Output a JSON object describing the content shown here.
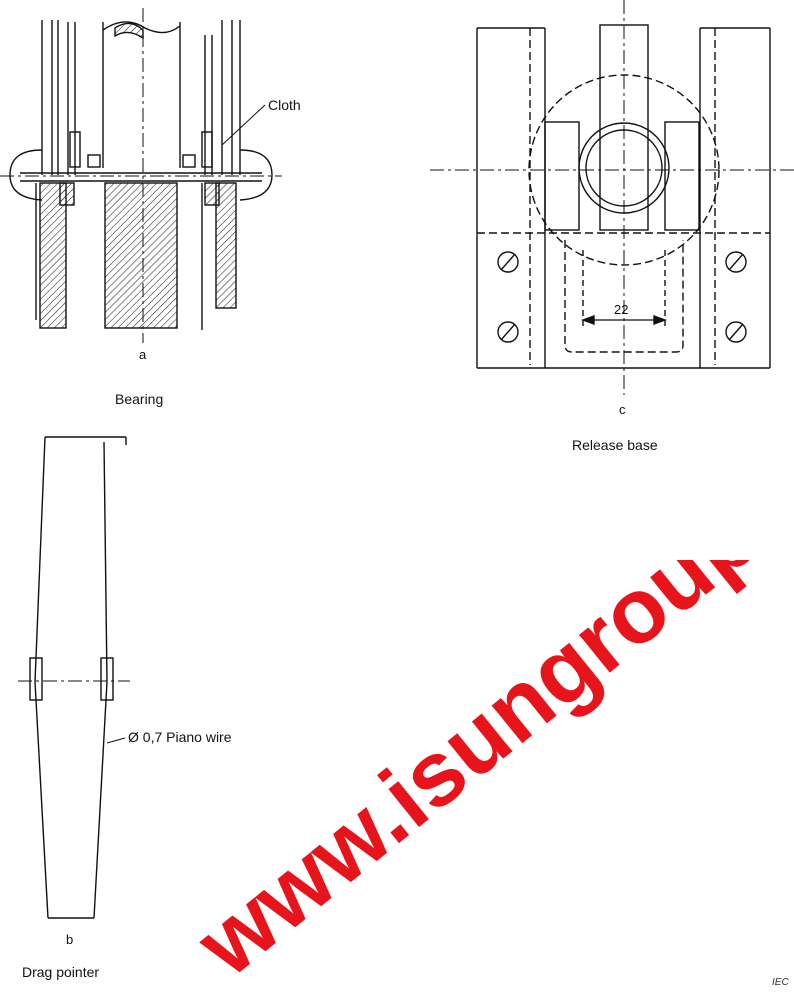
{
  "figure": {
    "bearing": {
      "caption": "Bearing",
      "letter": "a",
      "cloth_label": "Cloth"
    },
    "release_base": {
      "caption": "Release base",
      "letter": "c",
      "dimension": "22"
    },
    "drag_pointer": {
      "caption": "Drag pointer",
      "letter": "b",
      "wire_label": "Ø 0,7  Piano wire"
    },
    "reference": "IEC"
  },
  "watermark": {
    "text": "www.isungroup.com",
    "color": "#e8141b"
  }
}
